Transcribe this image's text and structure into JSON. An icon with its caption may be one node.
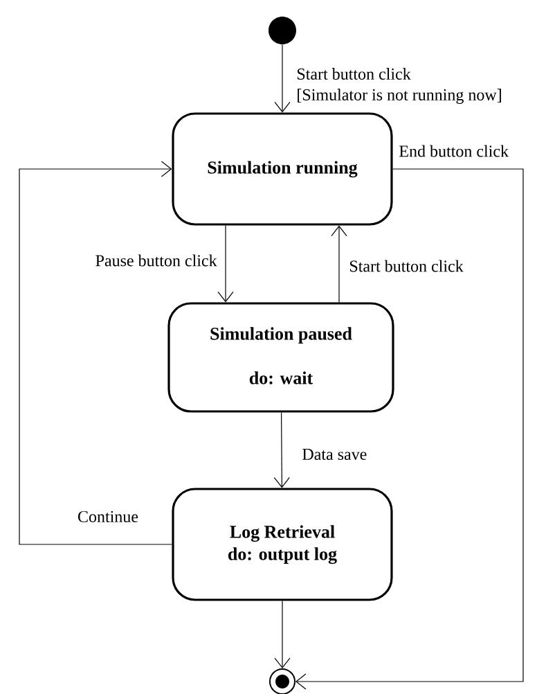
{
  "diagram": {
    "nodes": [
      {
        "text": [],
        "shape": "circle"
      },
      {
        "text": [
          "Simulation running"
        ]
      },
      {
        "text": [
          "Simulation paused",
          "do: wait"
        ]
      },
      {
        "text": [
          "Log Retrieval",
          "do: output log"
        ]
      },
      {
        "text": [],
        "shape": "circle"
      }
    ],
    "edges": [
      {
        "from": 0,
        "to": 1,
        "arrow": "to",
        "label": "Start button click [Simulator is not running now]"
      },
      {
        "from": 1,
        "to": 2,
        "arrow": "to",
        "label": "Pause button click"
      },
      {
        "from": 2,
        "to": 1,
        "arrow": "to",
        "label": "Start button click"
      },
      {
        "from": 2,
        "to": 3,
        "arrow": "to",
        "label": "Data save"
      },
      {
        "from": 3,
        "to": 1,
        "arrow": "to",
        "label": "Continue"
      },
      {
        "from": 1,
        "to": 4,
        "arrow": "to",
        "label": "End button click"
      },
      {
        "from": 3,
        "to": 4,
        "arrow": "to"
      }
    ]
  }
}
